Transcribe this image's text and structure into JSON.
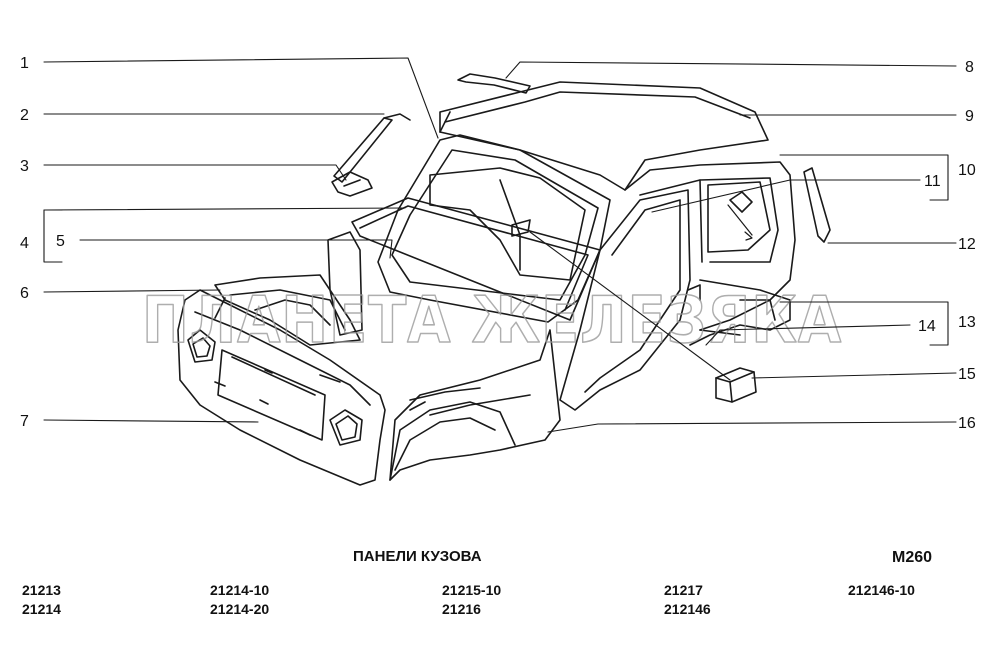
{
  "diagram": {
    "callouts": [
      "1",
      "2",
      "3",
      "4",
      "5",
      "6",
      "7",
      "8",
      "9",
      "10",
      "11",
      "12",
      "13",
      "14",
      "15",
      "16"
    ],
    "watermark": "ПЛАНЕТА ЖЕЛЕЗЯКА"
  },
  "caption": {
    "title": "ПАНЕЛИ КУЗОВА",
    "code": "М260"
  },
  "models": [
    [
      "21213",
      "21214"
    ],
    [
      "21214-10",
      "21214-20"
    ],
    [
      "21215-10",
      "21216"
    ],
    [
      "21217",
      "212146"
    ],
    [
      "212146-10"
    ]
  ]
}
